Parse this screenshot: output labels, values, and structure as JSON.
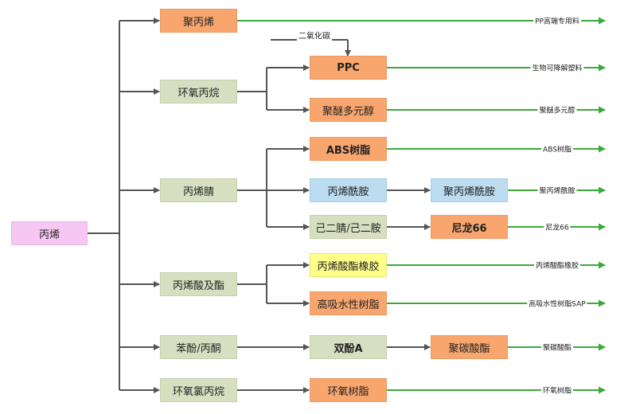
{
  "colors": {
    "orange_box": "#f8a66e",
    "olive_box": "#d7dfc1",
    "blue_box": "#bcdcf0",
    "yellow_box": "#ffff8a",
    "pink_box": "#f6c7f3",
    "gray_line": "#555555",
    "green_line": "#3aaa3a"
  },
  "root": "丙烯",
  "derivatives": {
    "pp": "聚丙烯",
    "epoxypropane": "环氧丙烷",
    "acrylonitrile": "丙烯腈",
    "acrylic_acid": "丙烯酸及酯",
    "phenol_acetone": "苯酚/丙酮",
    "epichlorohydrin": "环氧氯丙烷"
  },
  "co2_input": "二氧化碳",
  "products": {
    "ppc": "PPC",
    "polyether_polyol": "聚醚多元醇",
    "abs": "ABS树脂",
    "acrylamide": "丙烯酰胺",
    "polyacrylamide": "聚丙烯酰胺",
    "adiponitrile": "己二腈/己二胺",
    "nylon66": "尼龙66",
    "acrylic_rubber": "丙烯酸酯橡胶",
    "sap": "高吸水性树脂",
    "bpa": "双酚A",
    "polycarbonate": "聚碳酸酯",
    "epoxy_resin": "环氧树脂"
  },
  "end_uses": {
    "pp": "PP高端专用料",
    "ppc": "生物可降解塑料",
    "polyether_polyol": "聚醚多元醇",
    "abs": "ABS树脂",
    "polyacrylamide": "聚丙烯酰胺",
    "nylon66": "尼龙66",
    "acrylic_rubber": "丙烯酸酯橡胶",
    "sap": "高吸水性树脂SAP",
    "polycarbonate": "聚碳酸酯",
    "epoxy_resin": "环氧树脂"
  }
}
